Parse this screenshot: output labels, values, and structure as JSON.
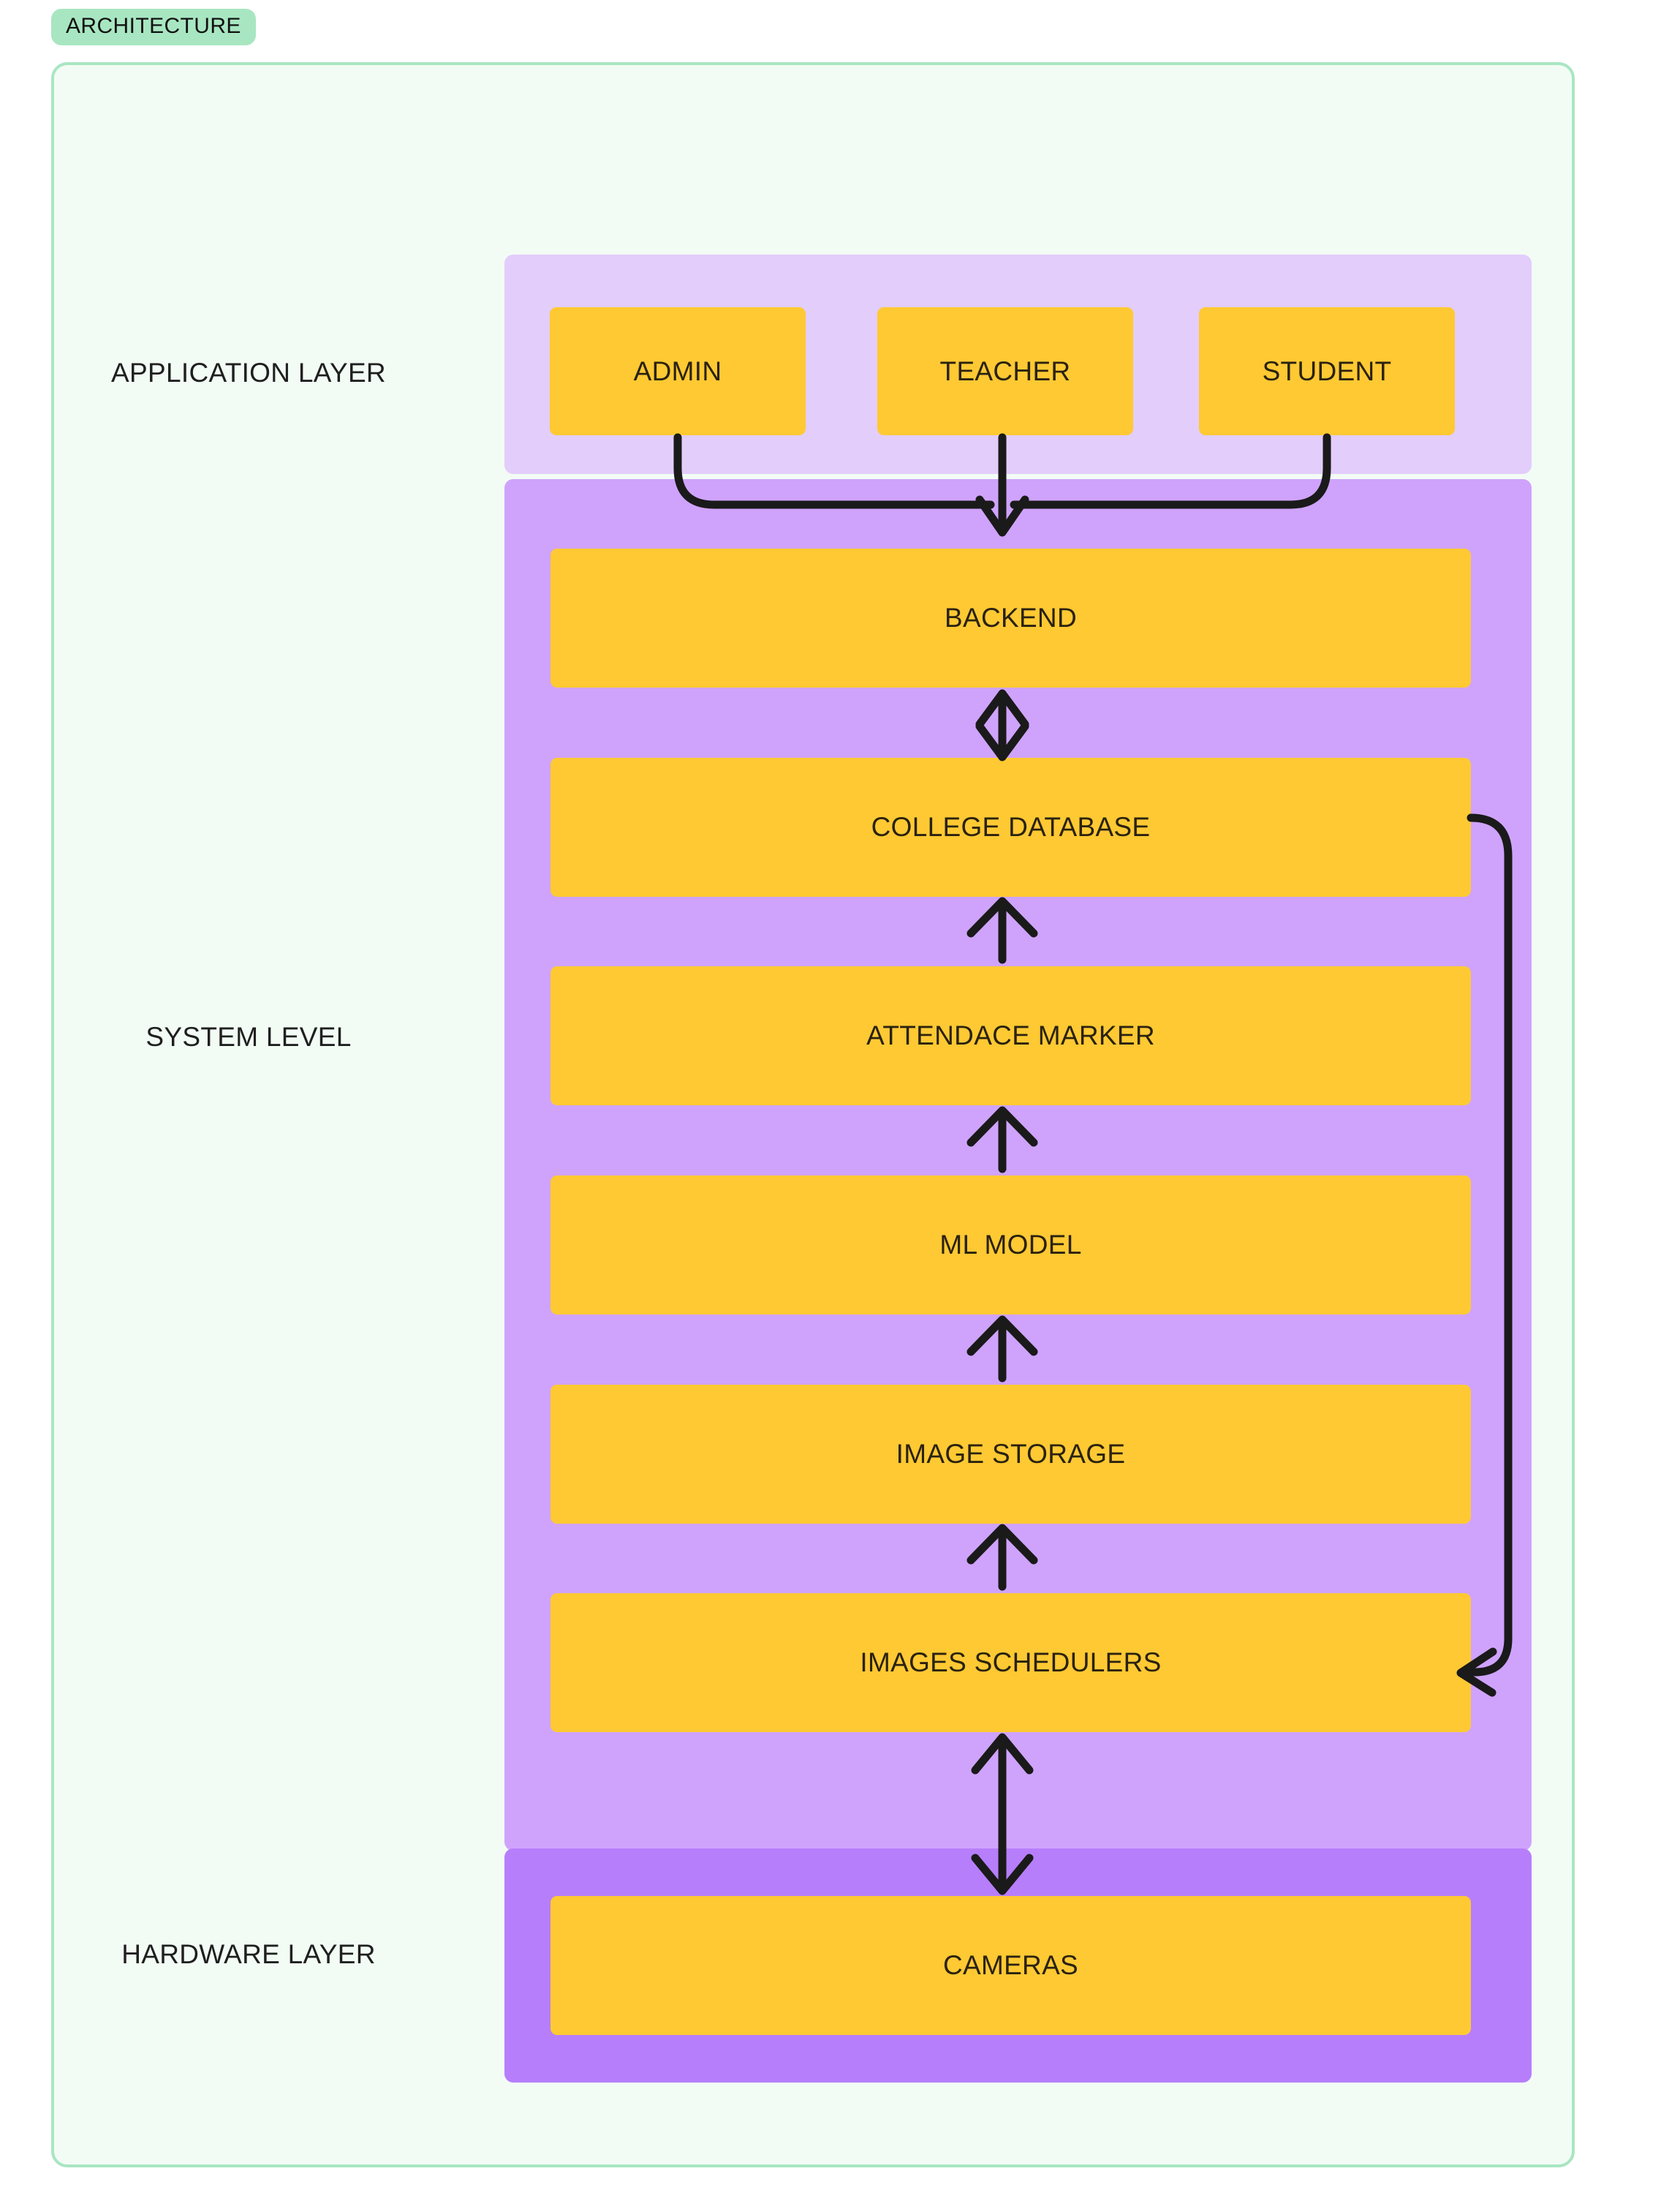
{
  "title_badge": {
    "label": "ARCHITECTURE"
  },
  "layers": [
    {
      "id": "application",
      "label": "APPLICATION LAYER",
      "nodes": [
        {
          "id": "admin",
          "label": "ADMIN"
        },
        {
          "id": "teacher",
          "label": "TEACHER"
        },
        {
          "id": "student",
          "label": "STUDENT"
        }
      ]
    },
    {
      "id": "system",
      "label": "SYSTEM LEVEL",
      "nodes": [
        {
          "id": "backend",
          "label": "BACKEND"
        },
        {
          "id": "college_database",
          "label": "COLLEGE DATABASE"
        },
        {
          "id": "attendance_marker",
          "label": "ATTENDACE MARKER"
        },
        {
          "id": "ml_model",
          "label": "ML MODEL"
        },
        {
          "id": "image_storage",
          "label": "IMAGE STORAGE"
        },
        {
          "id": "images_schedulers",
          "label": "IMAGES SCHEDULERS"
        }
      ]
    },
    {
      "id": "hardware",
      "label": "HARDWARE LAYER",
      "nodes": [
        {
          "id": "cameras",
          "label": "CAMERAS"
        }
      ]
    }
  ],
  "connections": [
    {
      "from": "admin",
      "to": "backend",
      "style": "curved-merge",
      "direction": "one-way"
    },
    {
      "from": "teacher",
      "to": "backend",
      "style": "straight",
      "direction": "one-way"
    },
    {
      "from": "student",
      "to": "backend",
      "style": "curved-merge",
      "direction": "one-way"
    },
    {
      "from": "backend",
      "to": "college_database",
      "style": "straight",
      "direction": "bidirectional"
    },
    {
      "from": "attendance_marker",
      "to": "college_database",
      "style": "straight",
      "direction": "one-way"
    },
    {
      "from": "ml_model",
      "to": "attendance_marker",
      "style": "straight",
      "direction": "one-way"
    },
    {
      "from": "image_storage",
      "to": "ml_model",
      "style": "straight",
      "direction": "one-way"
    },
    {
      "from": "images_schedulers",
      "to": "image_storage",
      "style": "straight",
      "direction": "one-way"
    },
    {
      "from": "college_database",
      "to": "images_schedulers",
      "style": "right-loop",
      "direction": "one-way"
    },
    {
      "from": "cameras",
      "to": "images_schedulers",
      "style": "straight",
      "direction": "bidirectional"
    }
  ],
  "colors": {
    "badge_background": "#A8E6C1",
    "frame_background": "#F2FCF5",
    "frame_border": "#A8E6C1",
    "application_layer_background": "#E3CDFB",
    "system_level_background": "#CFA3FC",
    "hardware_layer_background": "#B77EFC",
    "node_background": "#FFC933",
    "node_text": "#2A2210",
    "label_text": "#1F1F1F",
    "arrow": "#1A1A1A"
  }
}
